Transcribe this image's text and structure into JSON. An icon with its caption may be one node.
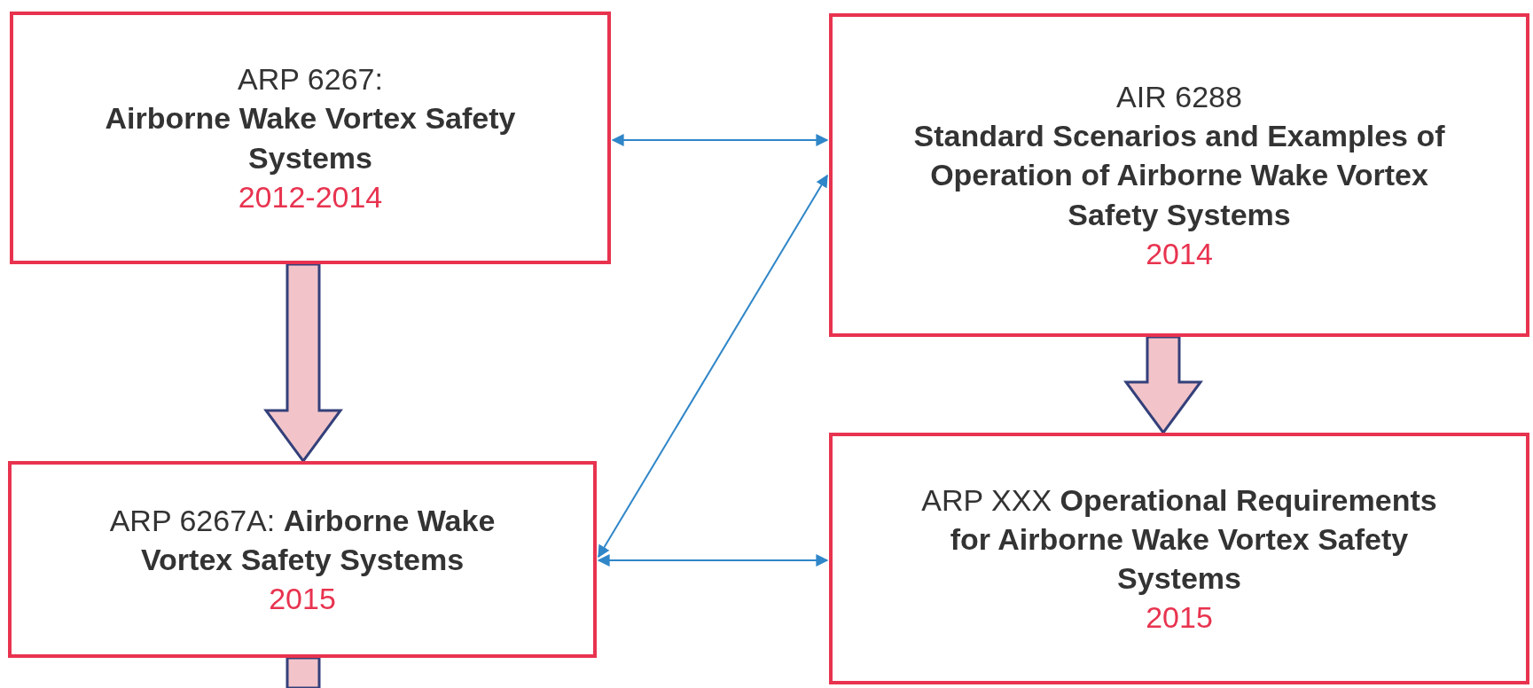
{
  "diagram": {
    "nodes": [
      {
        "text": [
          "ARP 6267:",
          "Airborne Wake Vortex Safety Systems",
          "2012-2014"
        ]
      },
      {
        "text": [
          "AIR 6288",
          "Standard Scenarios and Examples of Operation of Airborne Wake Vortex Safety Systems",
          "2014"
        ]
      },
      {
        "text": [
          "ARP 6267A: **Airborne Wake Vortex Safety Systems**",
          "2015"
        ]
      },
      {
        "text": [
          "ARP XXX **Operational Requirements for Airborne Wake Vortex Safety Systems**",
          "2015"
        ]
      }
    ],
    "edges": [
      {
        "from": 0,
        "to": 1,
        "arrow": "both"
      },
      {
        "from": 0,
        "to": 2,
        "arrow": "to",
        "style": "thick"
      },
      {
        "from": 2,
        "to": 1,
        "arrow": "both"
      },
      {
        "from": 1,
        "to": 3,
        "arrow": "to",
        "style": "thick"
      },
      {
        "from": 2,
        "to": 3,
        "arrow": "both"
      },
      {
        "from": 2,
        "to": null,
        "arrow": "none",
        "style": "thick"
      }
    ]
  }
}
